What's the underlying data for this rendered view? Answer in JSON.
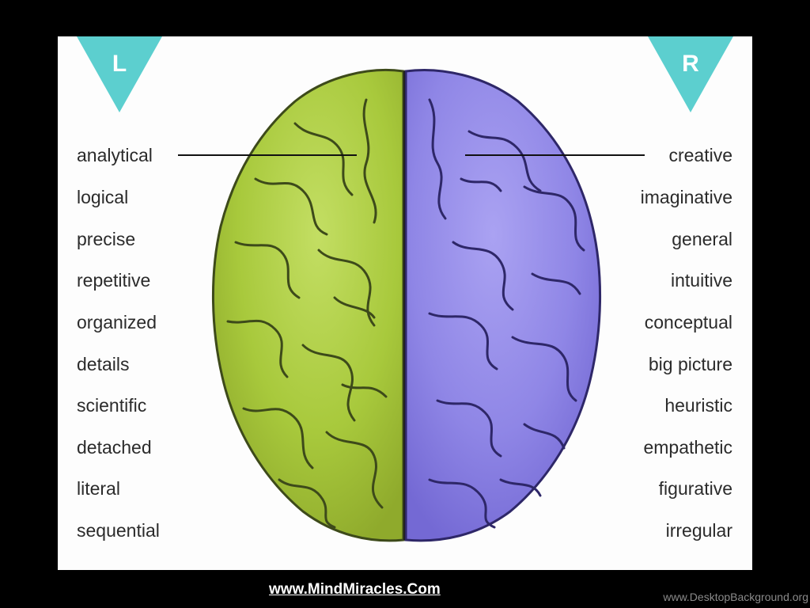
{
  "hemispheres": {
    "left": {
      "letter": "L",
      "color": "#a8c93c",
      "traits": [
        "analytical",
        "logical",
        "precise",
        "repetitive",
        "organized",
        "details",
        "scientific",
        "detached",
        "literal",
        "sequential"
      ]
    },
    "right": {
      "letter": "R",
      "color": "#8f86e6",
      "traits": [
        "creative",
        "imaginative",
        "general",
        "intuitive",
        "conceptual",
        "big picture",
        "heuristic",
        "empathetic",
        "figurative",
        "irregular"
      ]
    }
  },
  "accent_color": "#5ccfcf",
  "footer": {
    "site": "www.MindMiracles.Com",
    "watermark": "www.DesktopBackground.org"
  }
}
